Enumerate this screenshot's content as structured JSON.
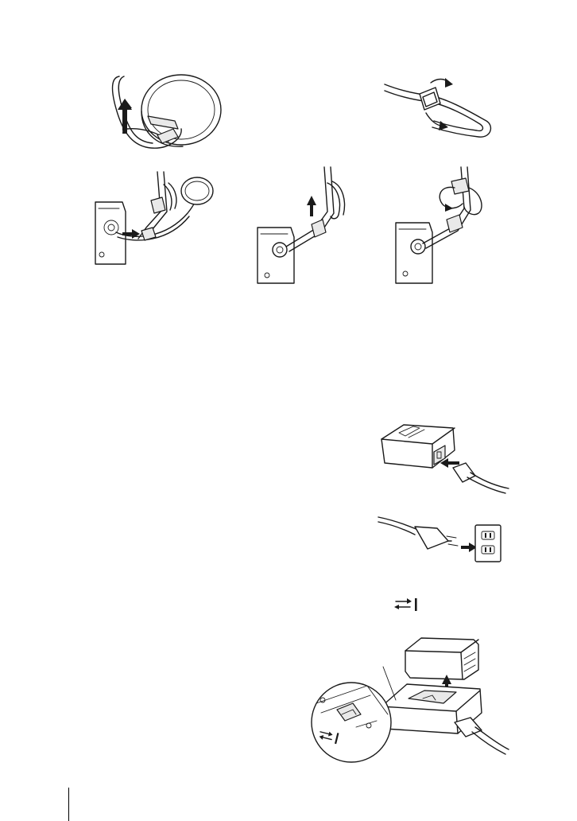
{
  "figures": [
    {
      "id": "strap-step-1",
      "icon": "lens-cap-strap-loop-illustration"
    },
    {
      "id": "strap-step-2",
      "icon": "strap-adjuster-illustration"
    },
    {
      "id": "strap-step-3",
      "icon": "camera-strap-eyelet-with-cap-illustration"
    },
    {
      "id": "strap-step-4",
      "icon": "camera-strap-threading-illustration"
    },
    {
      "id": "strap-step-5",
      "icon": "camera-strap-folding-illustration"
    },
    {
      "id": "charger-step-1",
      "icon": "charger-cord-connection-illustration"
    },
    {
      "id": "charger-step-2",
      "icon": "plug-into-outlet-illustration"
    },
    {
      "id": "charger-step-3",
      "icon": "battery-insert-charger-illustration"
    }
  ],
  "charge_mark": {
    "icon": "battery-direction-mark-icon"
  },
  "colors": {
    "ink": "#1a1a1a",
    "paper": "#ffffff"
  }
}
